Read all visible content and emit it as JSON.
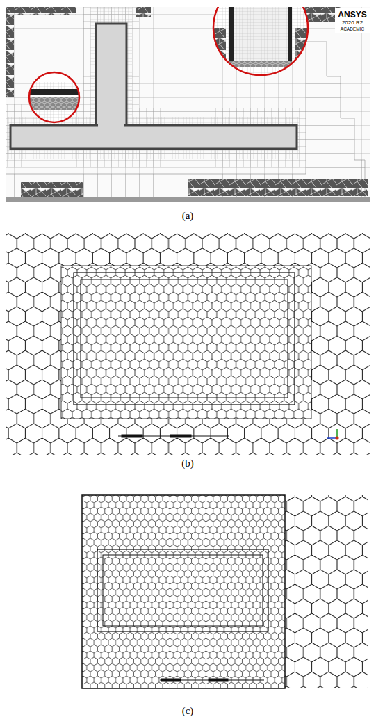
{
  "diagram": {
    "labels": [
      "ANSYS",
      "2020 R2",
      "ACADEMIC",
      "(a)",
      "(b)",
      "(c)"
    ]
  }
}
